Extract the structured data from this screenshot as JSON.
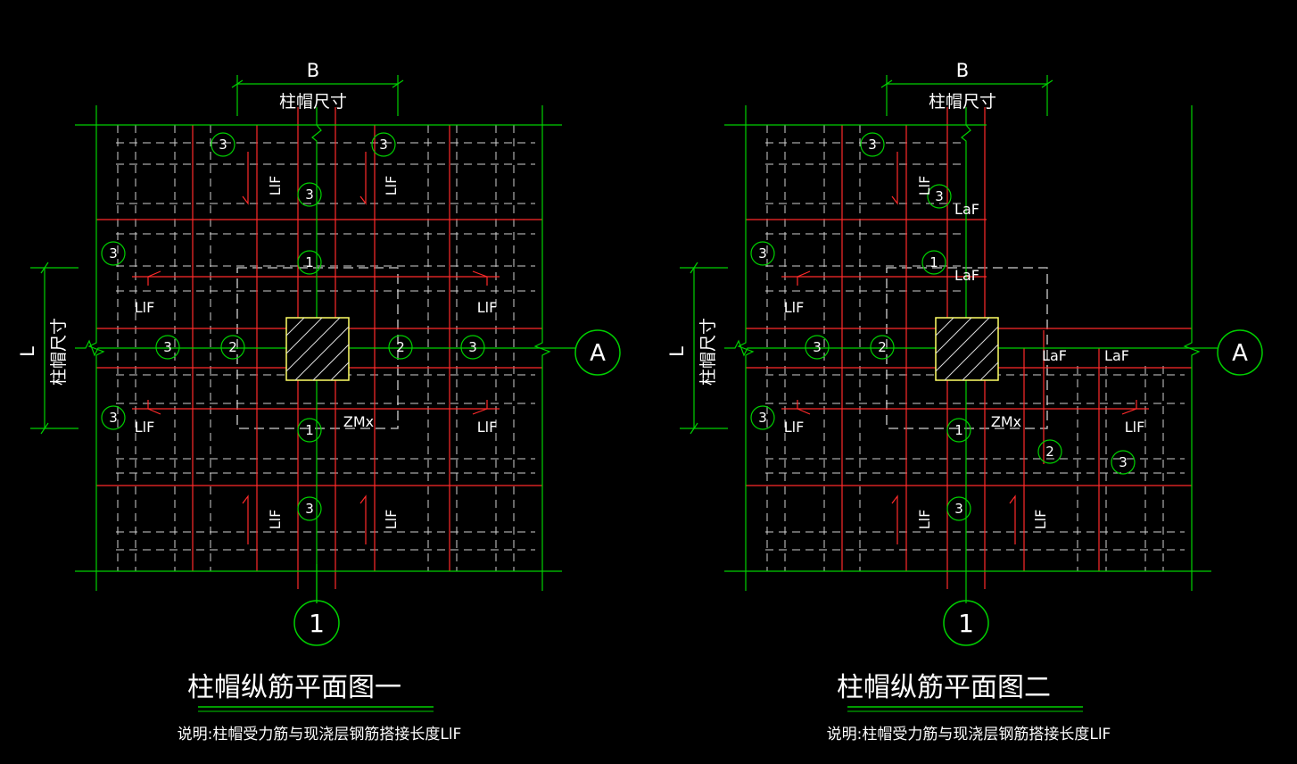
{
  "colors": {
    "background": "#000000",
    "grid_line": "#00d000",
    "rebar": "#ff2a2a",
    "hidden_line": "#d0d0d0",
    "text": "#ffffff",
    "column_fill": "#ffff66",
    "marker": "#00d000"
  },
  "drawings": [
    {
      "dimension_b": {
        "symbol": "B",
        "caption": "柱帽尺寸"
      },
      "dimension_l": {
        "symbol": "L",
        "caption": "柱帽尺寸"
      },
      "axis_a": "A",
      "axis_1": "1",
      "zone_label": "ZMx",
      "bar_labels": {
        "top_left": "LlF",
        "top_right": "LlF",
        "left_upper": "LlF",
        "left_lower": "LlF",
        "right_upper": "LlF",
        "right_lower": "LlF",
        "bottom_left": "LlF",
        "bottom_right": "LlF"
      },
      "bar_markers": {
        "m3_tl": "3",
        "m3_tr": "3",
        "m3_top": "3",
        "m1_top": "1",
        "m3_left_up": "3",
        "m3_left_mid": "3",
        "m2_left": "2",
        "m2_right": "2",
        "m3_right_mid": "3",
        "m3_left_low": "3",
        "m1_bottom": "1",
        "m3_bottom": "3"
      },
      "title": "柱帽纵筋平面图一",
      "note": "说明:柱帽受力筋与现浇层钢筋搭接长度LlF"
    },
    {
      "dimension_b": {
        "symbol": "B",
        "caption": "柱帽尺寸"
      },
      "dimension_l": {
        "symbol": "L",
        "caption": "柱帽尺寸"
      },
      "axis_a": "A",
      "axis_1": "1",
      "zone_label": "ZMx",
      "bar_labels": {
        "top_left": "LlF",
        "top_right": "LaF",
        "top_right_2": "LaF",
        "left_upper": "LlF",
        "left_lower": "LlF",
        "right_laf_1": "LaF",
        "right_laf_2": "LaF",
        "right_lower": "LlF",
        "bottom_left": "LlF",
        "bottom_right": "LlF"
      },
      "bar_markers": {
        "m3_tl": "3",
        "m3_top": "3",
        "m1_top": "1",
        "m3_left_up": "3",
        "m3_left_mid": "3",
        "m2_left": "2",
        "m3_left_low": "3",
        "m1_bottom": "1",
        "m2_right": "2",
        "m3_right": "3",
        "m3_bottom": "3"
      },
      "title": "柱帽纵筋平面图二",
      "note": "说明:柱帽受力筋与现浇层钢筋搭接长度LlF"
    }
  ]
}
